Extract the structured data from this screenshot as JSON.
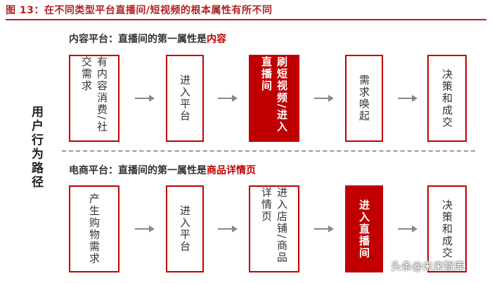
{
  "figure_title": "图 13：在不同类型平台直播间/短视频的根本属性有所不同",
  "side_label": "用户行为路径",
  "sections": [
    {
      "title_prefix": "内容平台：直播间的第一属性是",
      "title_highlight": "内容",
      "steps": [
        {
          "text": "有内容消费/社交需求",
          "filled": false
        },
        {
          "text": "进入平台",
          "filled": false
        },
        {
          "text": "刷短视频/进入直播间",
          "filled": true
        },
        {
          "text": "需求唤起",
          "filled": false
        },
        {
          "text": "决策和成交",
          "filled": false
        }
      ]
    },
    {
      "title_prefix": "电商平台：直播间的第一属性是",
      "title_highlight": "商品详情页",
      "steps": [
        {
          "text": "产生购物需求",
          "filled": false
        },
        {
          "text": "进入平台",
          "filled": false
        },
        {
          "text": "进入店铺/商品详情页",
          "filled": false
        },
        {
          "text": "进入直播间",
          "filled": true
        },
        {
          "text": "决策和成交",
          "filled": false
        }
      ]
    }
  ],
  "watermark": "头条@未来智库",
  "colors": {
    "accent": "#c00000",
    "title": "#b22222",
    "arrow": "#888888"
  }
}
